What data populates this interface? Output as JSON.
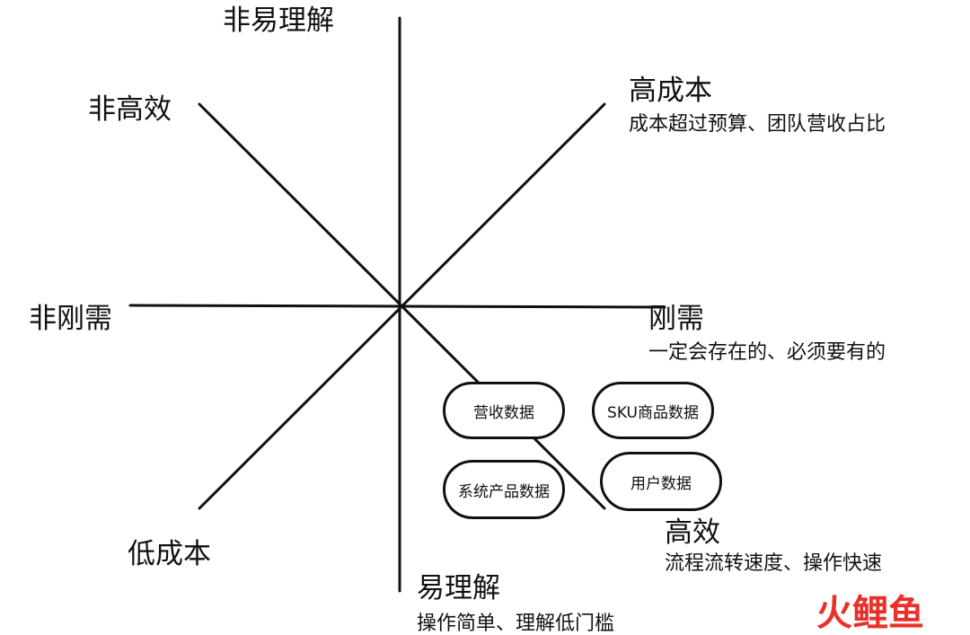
{
  "axes": {
    "vertical": {
      "top_label": "非易理解",
      "bottom_label": "易理解",
      "bottom_desc": "操作简单、理解低门槛"
    },
    "horizontal": {
      "left_label": "非刚需",
      "right_label": "刚需",
      "right_desc": "一定会存在的、必须要有的"
    },
    "diag_up": {
      "top_label": "高成本",
      "top_desc": "成本超过预算、团队营收占比",
      "bottom_label": "低成本"
    },
    "diag_down": {
      "top_label": "非高效",
      "bottom_label": "高效",
      "bottom_desc": "流程流转速度、操作快速"
    }
  },
  "nodes": {
    "revenue": "营收数据",
    "sku": "SKU商品数据",
    "system": "系统产品数据",
    "user": "用户数据"
  },
  "watermark": {
    "logo_text": "火鲤鱼",
    "color": "#e8312a"
  },
  "colors": {
    "line": "#111111",
    "text": "#111111",
    "background": "#ffffff"
  }
}
